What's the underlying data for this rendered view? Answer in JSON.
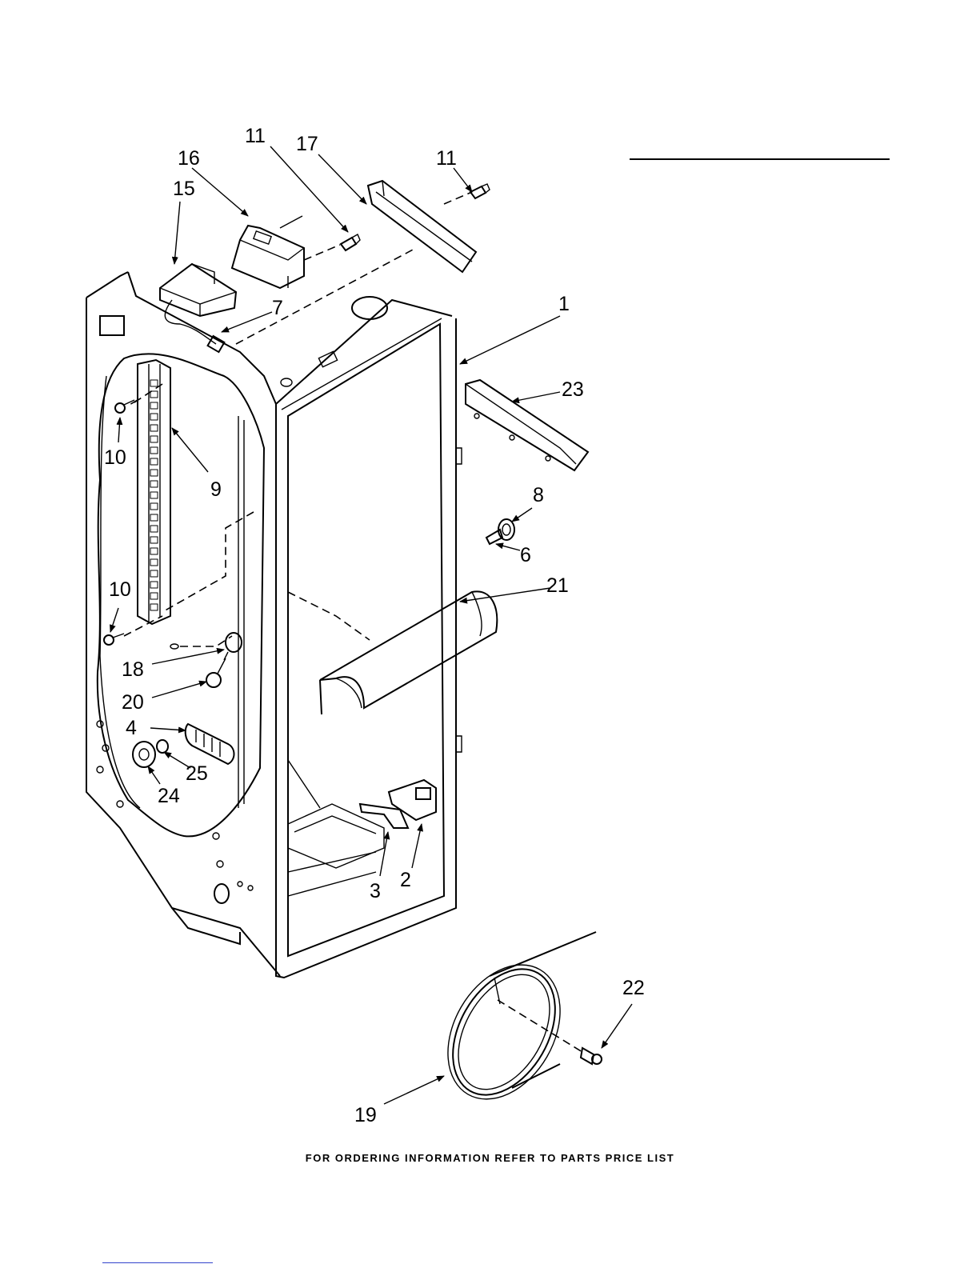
{
  "callouts": [
    {
      "id": "p1",
      "label": "1"
    },
    {
      "id": "p2",
      "label": "2"
    },
    {
      "id": "p3",
      "label": "3"
    },
    {
      "id": "p4",
      "label": "4"
    },
    {
      "id": "p6",
      "label": "6"
    },
    {
      "id": "p7",
      "label": "7"
    },
    {
      "id": "p8",
      "label": "8"
    },
    {
      "id": "p9",
      "label": "9"
    },
    {
      "id": "p10a",
      "label": "10"
    },
    {
      "id": "p10b",
      "label": "10"
    },
    {
      "id": "p11a",
      "label": "11"
    },
    {
      "id": "p11b",
      "label": "11"
    },
    {
      "id": "p15",
      "label": "15"
    },
    {
      "id": "p16",
      "label": "16"
    },
    {
      "id": "p17",
      "label": "17"
    },
    {
      "id": "p18",
      "label": "18"
    },
    {
      "id": "p19",
      "label": "19"
    },
    {
      "id": "p20",
      "label": "20"
    },
    {
      "id": "p21",
      "label": "21"
    },
    {
      "id": "p22",
      "label": "22"
    },
    {
      "id": "p23",
      "label": "23"
    },
    {
      "id": "p24",
      "label": "24"
    },
    {
      "id": "p25",
      "label": "25"
    }
  ],
  "footer": "FOR ORDERING INFORMATION REFER TO PARTS PRICE LIST"
}
